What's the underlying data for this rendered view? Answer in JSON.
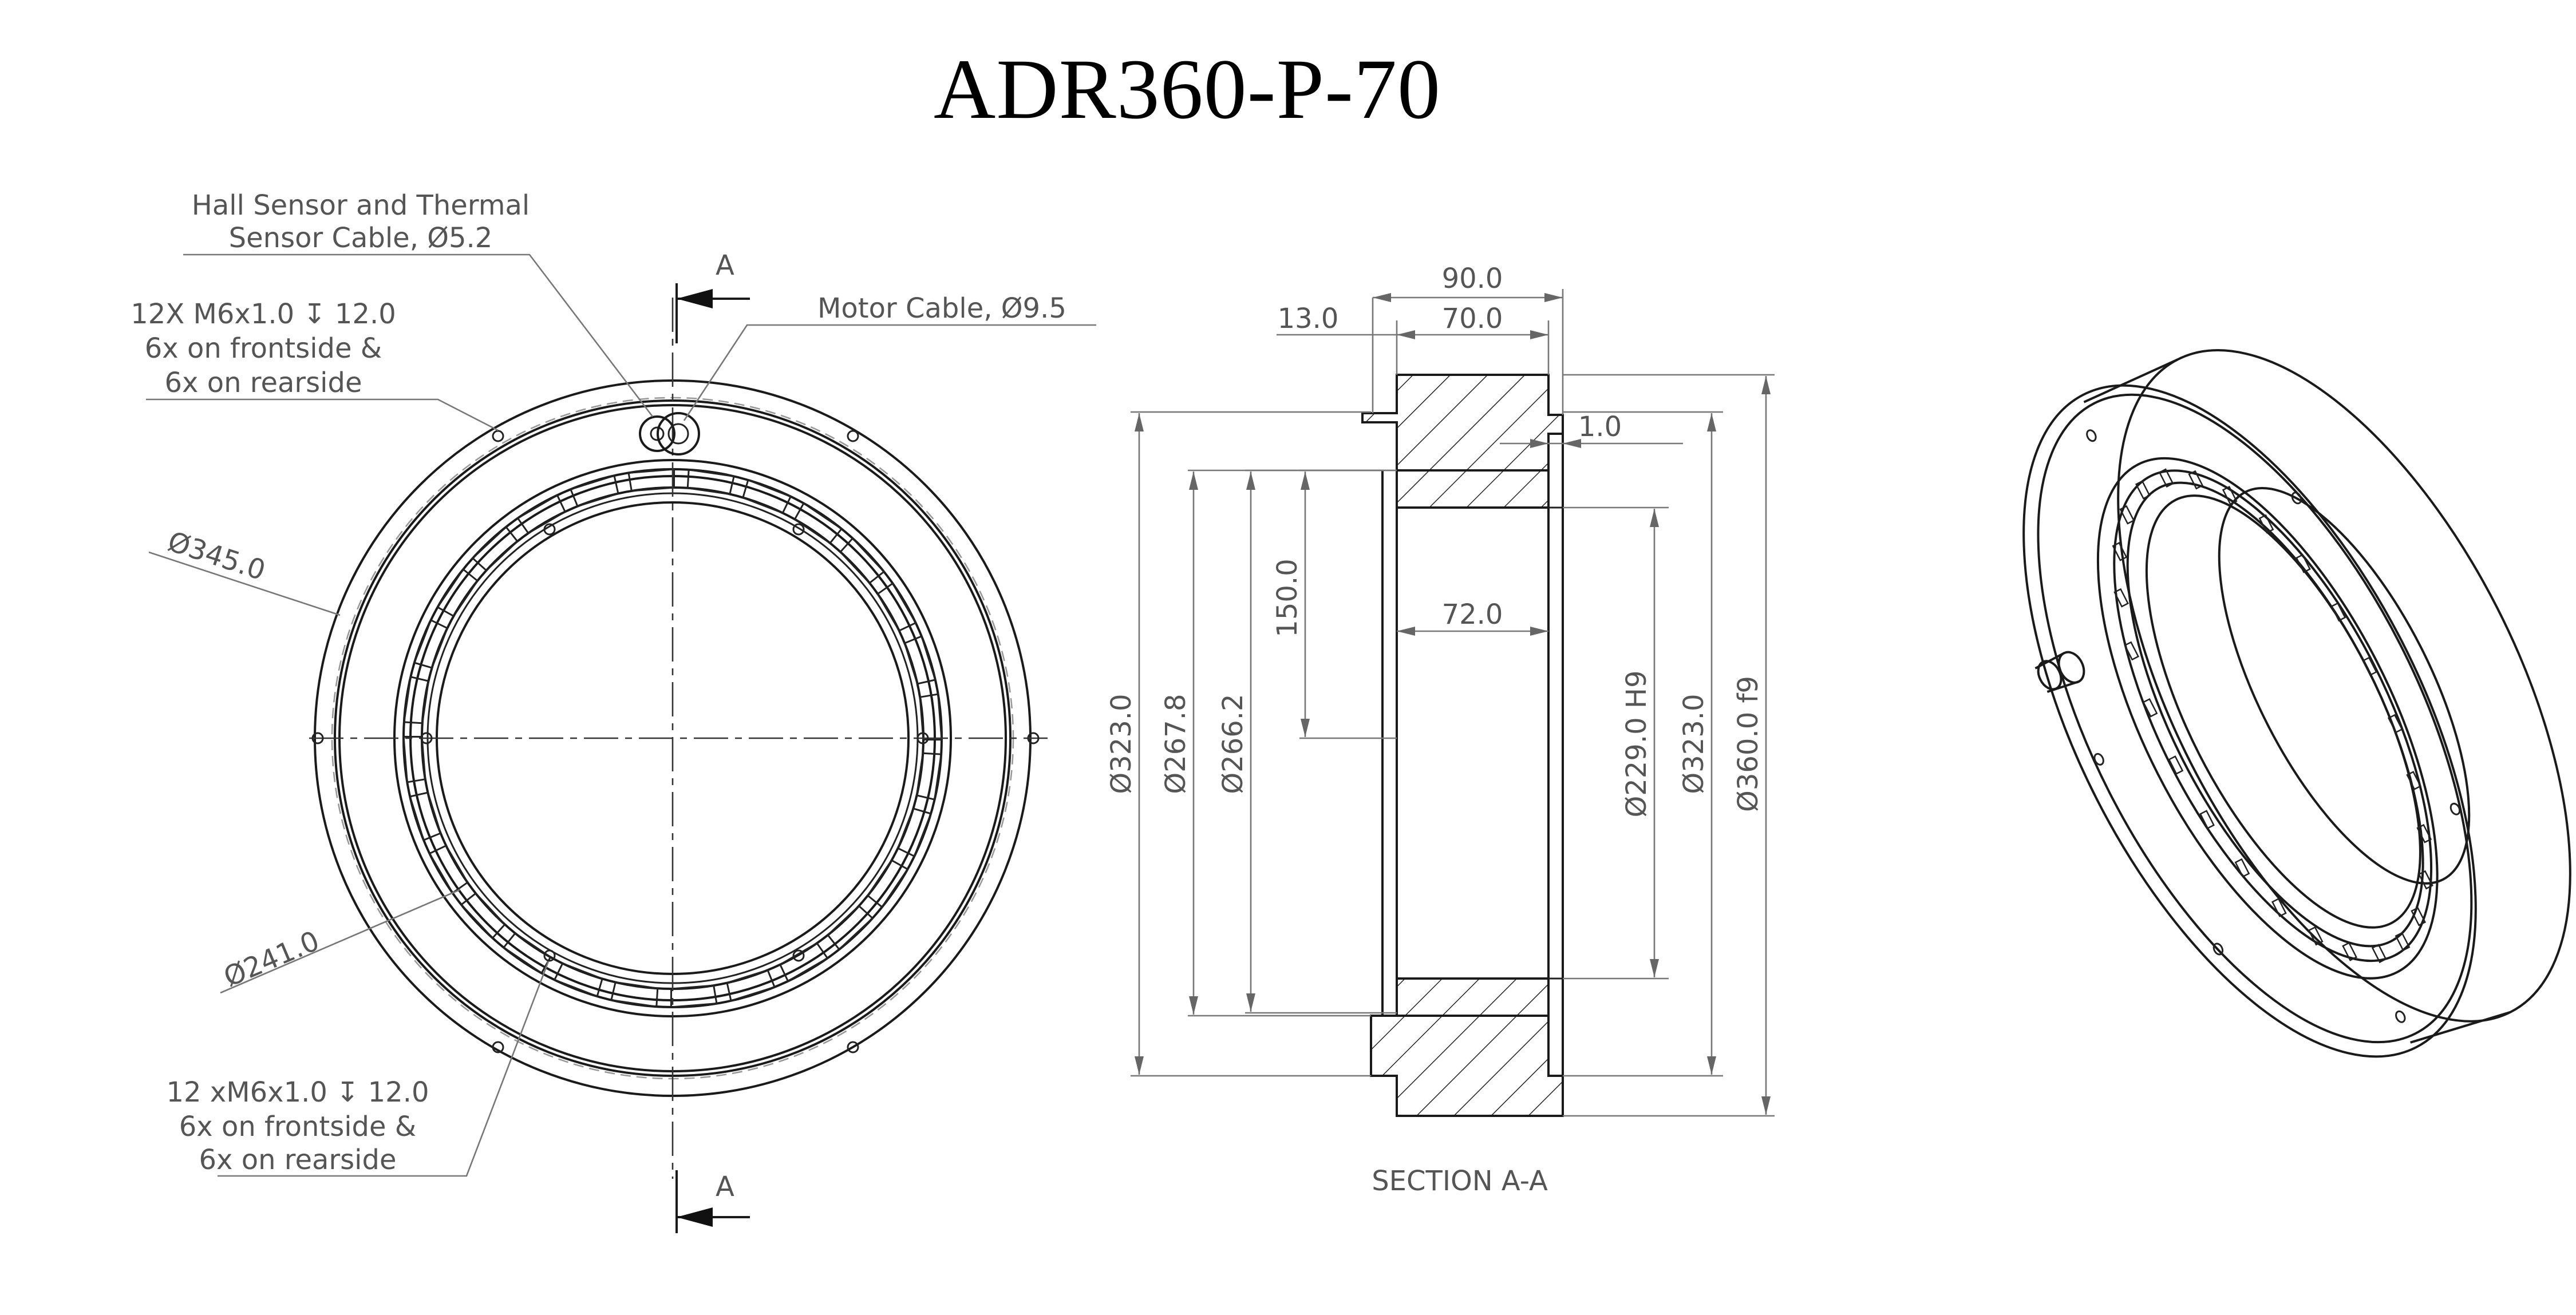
{
  "title": "ADR360-P-70",
  "front_view": {
    "notes": {
      "hall_line1": "Hall Sensor and Thermal",
      "hall_line2": "Sensor Cable, Ø5.2",
      "motor_cable": "Motor Cable, Ø9.5",
      "top_holes_line1": "12X M6x1.0 ↧ 12.0",
      "top_holes_line2": "6x on frontside &",
      "top_holes_line3": "6x on rearside",
      "bottom_holes_line1": "12 xM6x1.0 ↧ 12.0",
      "bottom_holes_line2": "6x on frontside &",
      "bottom_holes_line3": "6x on rearside"
    },
    "dim_outer": "Ø345.0",
    "dim_inner": "Ø241.0",
    "section_mark": "A"
  },
  "section_view": {
    "label": "SECTION A-A",
    "dims": {
      "width_total": "90.0",
      "width_body": "70.0",
      "flange": "13.0",
      "gap": "1.0",
      "depth": "150.0",
      "bore_width": "72.0",
      "d323_left": "Ø323.0",
      "d267": "Ø267.8",
      "d266": "Ø266.2",
      "d229": "Ø229.0 H9",
      "d323_right": "Ø323.0",
      "d360": "Ø360.0 f9"
    }
  }
}
